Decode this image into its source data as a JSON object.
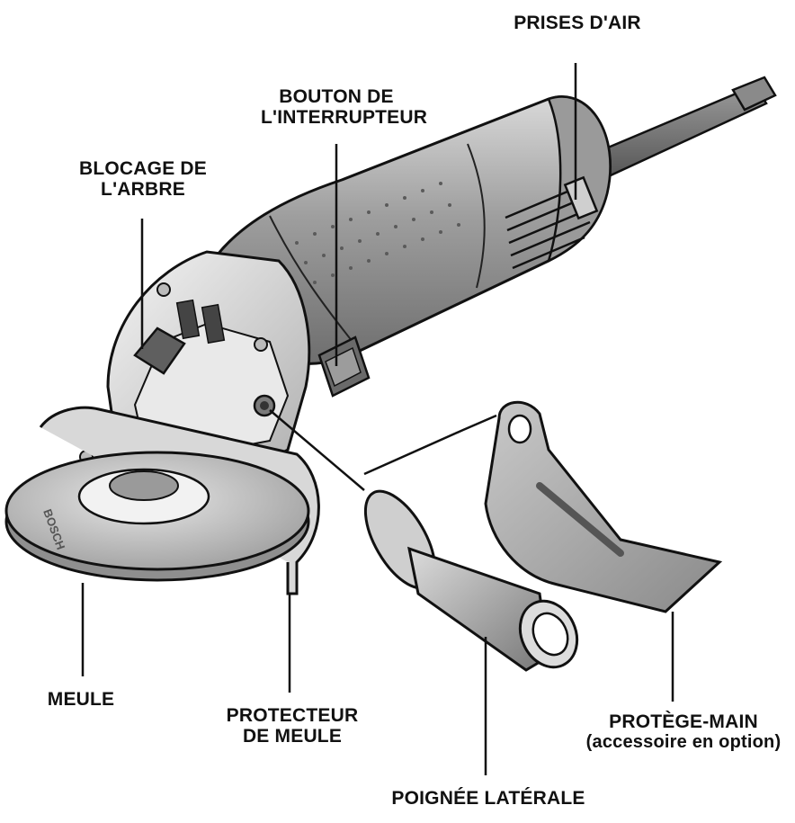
{
  "labels": {
    "air_vents": "PRISES D'AIR",
    "switch_line1": "BOUTON DE",
    "switch_line2": "L'INTERRUPTEUR",
    "spindle_lock_line1": "BLOCAGE DE",
    "spindle_lock_line2": "L'ARBRE",
    "wheel": "MEULE",
    "guard_line1": "PROTECTEUR",
    "guard_line2": "DE MEULE",
    "hand_guard_line1": "PROTÈGE-MAIN",
    "hand_guard_line2": "(accessoire en option)",
    "side_handle": "POIGNÉE LATÉRALE"
  },
  "wheel_brand_text": "BOSCH",
  "colors": {
    "ink": "#111111",
    "body_dark": "#7c7c7c",
    "body_mid": "#a9a9a9",
    "body_light": "#d6d6d6",
    "highlight": "#f2f2f2"
  }
}
